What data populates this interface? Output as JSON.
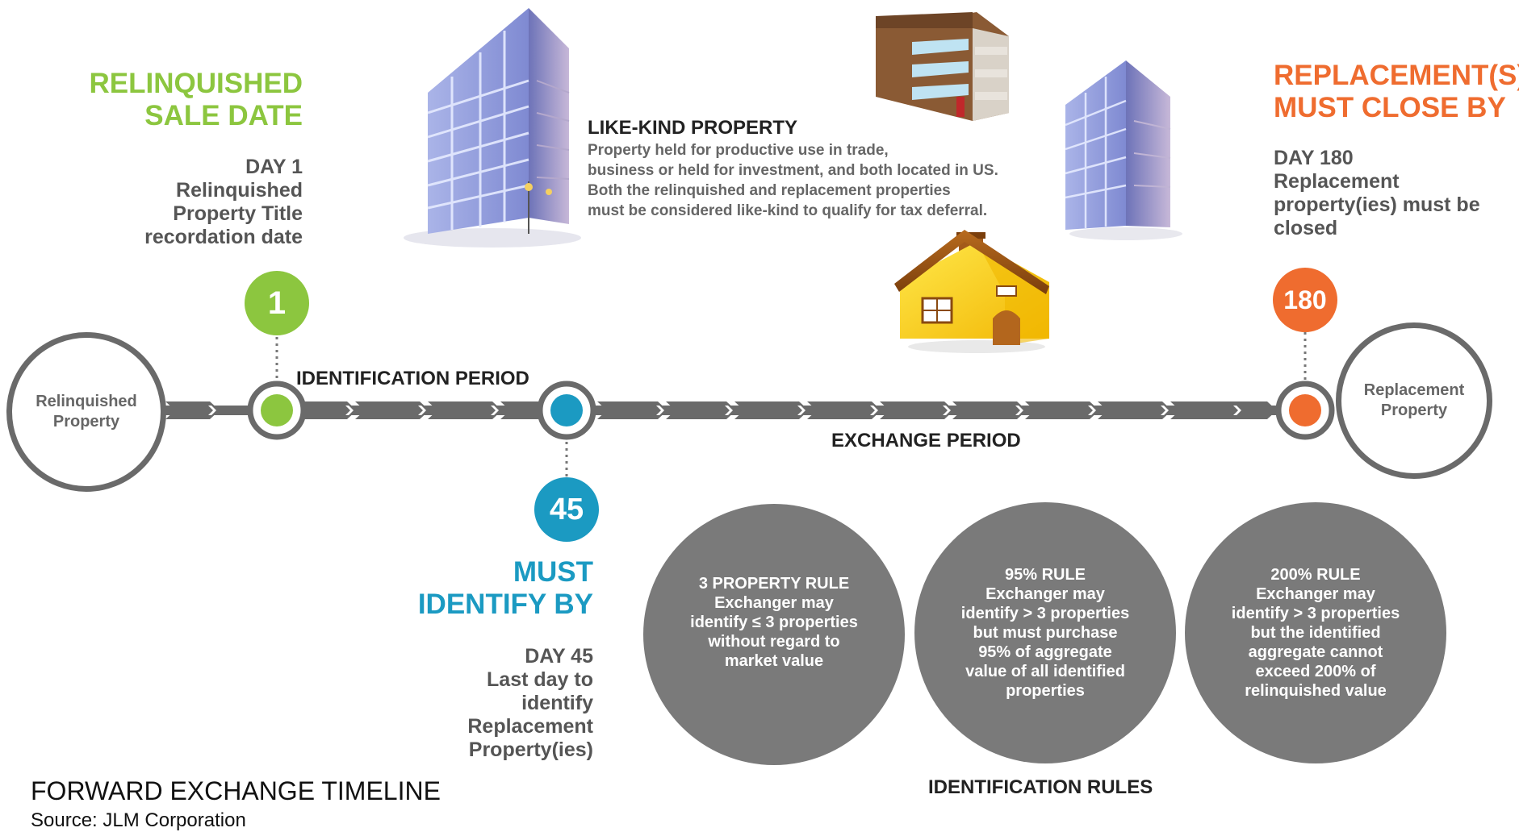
{
  "colors": {
    "green": "#8cc63f",
    "blue": "#1b9ac2",
    "orange": "#ef6c2f",
    "gray_rule": "#7a7a7a",
    "gray_line": "#6a6a6a"
  },
  "relinquished_header": {
    "line1": "RELINQUISHED",
    "line2": "SALE DATE"
  },
  "relinquished_desc": {
    "line1": "DAY 1",
    "line2": "Relinquished",
    "line3": "Property Title",
    "line4": "recordation date"
  },
  "replacement_header": {
    "line1": "REPLACEMENT(S)",
    "line2": "MUST CLOSE BY"
  },
  "replacement_desc": {
    "line1": "DAY 180",
    "line2": "Replacement",
    "line3": "property(ies) must be",
    "line4": "closed"
  },
  "identify_header": {
    "line1": "MUST",
    "line2": "IDENTIFY BY"
  },
  "identify_desc": {
    "line1": "DAY 45",
    "line2": "Last day to",
    "line3": "identify",
    "line4": "Replacement",
    "line5": "Property(ies)"
  },
  "like_kind": {
    "title": "LIKE-KIND PROPERTY",
    "line1": "Property held for productive use in trade,",
    "line2": "business or held for investment, and both located in US.",
    "line3": "Both the relinquished and replacement properties",
    "line4": "must be considered like-kind to qualify for tax deferral."
  },
  "markers": {
    "day1": "1",
    "day45": "45",
    "day180": "180"
  },
  "end_circles": {
    "start": {
      "line1": "Relinquished",
      "line2": "Property"
    },
    "end": {
      "line1": "Replacement",
      "line2": "Property"
    }
  },
  "periods": {
    "identification": "IDENTIFICATION PERIOD",
    "exchange": "EXCHANGE PERIOD"
  },
  "rules": [
    {
      "title": "3 PROPERTY RULE",
      "lines": [
        "Exchanger may",
        "identify ≤ 3 properties",
        "without regard to",
        "market value"
      ]
    },
    {
      "title": "95% RULE",
      "lines": [
        "Exchanger may",
        "identify > 3 properties",
        "but  must purchase",
        "95% of aggregate",
        "value of all  identified",
        "properties"
      ]
    },
    {
      "title": "200% RULE",
      "lines": [
        "Exchanger may",
        "identify > 3 properties",
        "but the identified",
        "aggregate cannot",
        "exceed 200% of",
        "relinquished value"
      ]
    }
  ],
  "rules_label": "IDENTIFICATION RULES",
  "footer": {
    "title": "FORWARD EXCHANGE TIMELINE",
    "source": "Source: JLM Corporation"
  }
}
